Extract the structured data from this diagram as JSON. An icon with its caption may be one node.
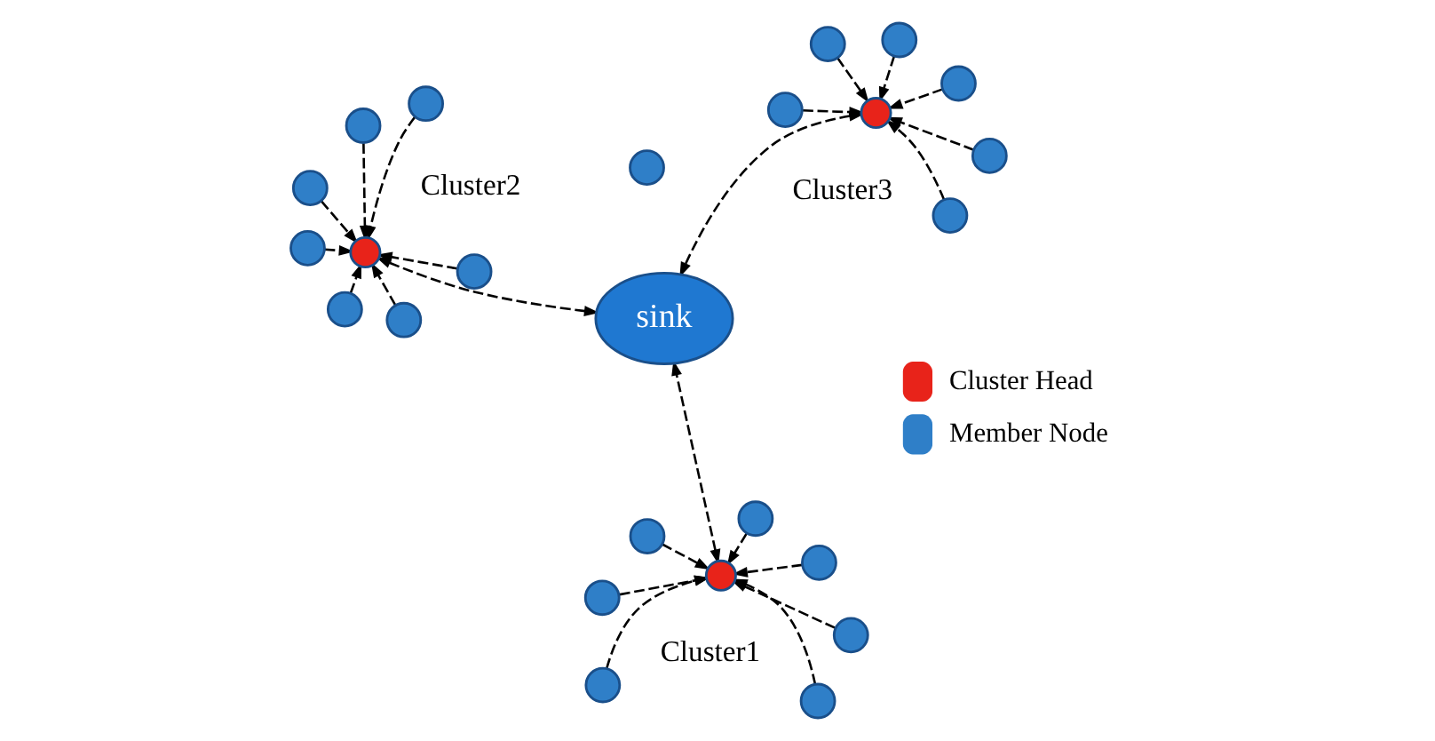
{
  "diagram": {
    "nodes": [
      {
        "text": [
          "sink"
        ]
      },
      {
        "text": [],
        "shape": "circle",
        "beside": [
          "Cluster1"
        ]
      },
      {
        "text": [],
        "shape": "circle",
        "beside": [
          "Cluster2"
        ]
      },
      {
        "text": [],
        "shape": "circle",
        "beside": [
          "Cluster3"
        ]
      },
      {
        "text": [],
        "shape": "circle"
      },
      {
        "text": [],
        "shape": "circle"
      },
      {
        "text": [],
        "shape": "circle"
      },
      {
        "text": [],
        "shape": "circle"
      },
      {
        "text": [],
        "shape": "circle"
      },
      {
        "text": [],
        "shape": "circle"
      },
      {
        "text": [],
        "shape": "circle"
      },
      {
        "text": [],
        "shape": "circle"
      },
      {
        "text": [],
        "shape": "circle"
      },
      {
        "text": [],
        "shape": "circle"
      },
      {
        "text": [],
        "shape": "circle"
      },
      {
        "text": [],
        "shape": "circle"
      },
      {
        "text": [],
        "shape": "circle"
      },
      {
        "text": [],
        "shape": "circle"
      },
      {
        "text": [],
        "shape": "circle"
      },
      {
        "text": [],
        "shape": "circle"
      },
      {
        "text": [],
        "shape": "circle"
      },
      {
        "text": [],
        "shape": "circle"
      },
      {
        "text": [],
        "shape": "circle"
      },
      {
        "text": [],
        "shape": "circle"
      },
      {
        "text": [],
        "shape": "circle"
      }
    ],
    "edges": [
      {
        "from": 1,
        "to": 0,
        "arrow": "both",
        "style": "dashed"
      },
      {
        "from": 2,
        "to": 0,
        "arrow": "both",
        "style": "dashed"
      },
      {
        "from": 3,
        "to": 0,
        "arrow": "both",
        "style": "dashed"
      },
      {
        "from": 4,
        "to": 1,
        "arrow": "to",
        "style": "dashed"
      },
      {
        "from": 5,
        "to": 1,
        "arrow": "to",
        "style": "dashed"
      },
      {
        "from": 6,
        "to": 1,
        "arrow": "to",
        "style": "dashed"
      },
      {
        "from": 7,
        "to": 1,
        "arrow": "to",
        "style": "dashed"
      },
      {
        "from": 8,
        "to": 1,
        "arrow": "to",
        "style": "dashed"
      },
      {
        "from": 9,
        "to": 1,
        "arrow": "to",
        "style": "dashed"
      },
      {
        "from": 10,
        "to": 1,
        "arrow": "to",
        "style": "dashed"
      },
      {
        "from": 11,
        "to": 2,
        "arrow": "to",
        "style": "dashed"
      },
      {
        "from": 12,
        "to": 2,
        "arrow": "to",
        "style": "dashed"
      },
      {
        "from": 13,
        "to": 2,
        "arrow": "to",
        "style": "dashed"
      },
      {
        "from": 14,
        "to": 2,
        "arrow": "to",
        "style": "dashed"
      },
      {
        "from": 15,
        "to": 2,
        "arrow": "to",
        "style": "dashed"
      },
      {
        "from": 16,
        "to": 2,
        "arrow": "to",
        "style": "dashed"
      },
      {
        "from": 17,
        "to": 2,
        "arrow": "to",
        "style": "dashed"
      },
      {
        "from": 18,
        "to": 3,
        "arrow": "to",
        "style": "dashed"
      },
      {
        "from": 19,
        "to": 3,
        "arrow": "to",
        "style": "dashed"
      },
      {
        "from": 21,
        "to": 3,
        "arrow": "to",
        "style": "dashed"
      },
      {
        "from": 22,
        "to": 3,
        "arrow": "to",
        "style": "dashed"
      },
      {
        "from": 23,
        "to": 3,
        "arrow": "to",
        "style": "dashed"
      },
      {
        "from": 24,
        "to": 3,
        "arrow": "to",
        "style": "dashed"
      }
    ],
    "legend": [
      {
        "text": "Cluster Head",
        "color": "#e8231a"
      },
      {
        "text": "Member Node",
        "color": "#2f7fc8"
      }
    ]
  }
}
